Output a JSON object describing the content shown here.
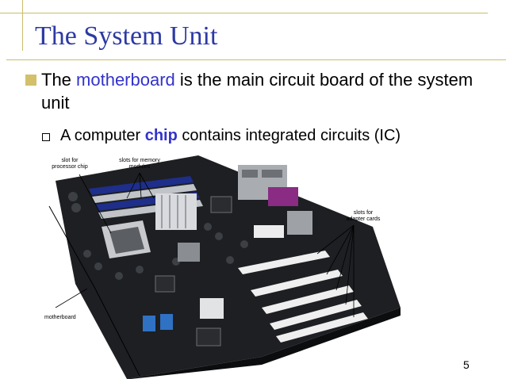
{
  "slide": {
    "title": "The System Unit",
    "bullet1": {
      "pre": "The ",
      "highlight": "motherboard",
      "post": " is the main circuit board of the system unit"
    },
    "bullet2": {
      "pre": "A computer ",
      "highlight": "chip",
      "post": " contains integrated circuits (IC)"
    },
    "page_number": "5"
  },
  "figure": {
    "labels": {
      "processor_slot_line1": "slot for",
      "processor_slot_line2": "processor chip",
      "memory_slots_line1": "slots for memory",
      "memory_slots_line2": "modules",
      "adapter_slots_line1": "slots for",
      "adapter_slots_line2": "adapter cards",
      "motherboard": "motherboard"
    }
  },
  "colors": {
    "title": "#2c3aa3",
    "highlight": "#3333cc",
    "accent": "#d4bf6b"
  }
}
